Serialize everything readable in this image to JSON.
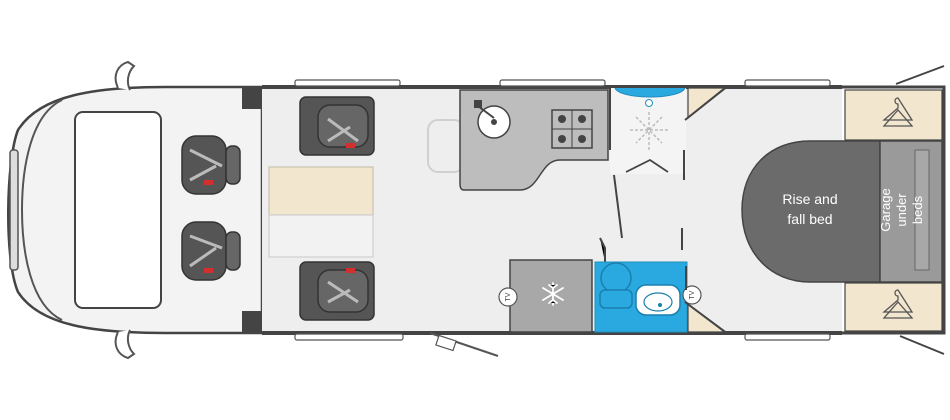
{
  "labels": {
    "bed_line1": "Rise and",
    "bed_line2": "fall bed",
    "garage_line1": "Garage",
    "garage_line2": "under",
    "garage_line3": "beds",
    "tv": "TV"
  },
  "icons": {
    "hob": "hob-icon",
    "sink": "sink-icon",
    "washbasin": "washbasin-icon",
    "toilet": "toilet-icon",
    "shower": "shower-icon",
    "fridge": "snowflake-icon",
    "wardrobe": "coat-hanger-icon",
    "seatbelt": "seatbelt-icon"
  },
  "colors": {
    "floor": "#eeeeee",
    "wall": "#444444",
    "seat": "#555555",
    "counter": "#bdbdbd",
    "fridge": "#a8a8a8",
    "bed": "#6b6b6b",
    "garage": "#9a9a9a",
    "washroom": "#29a9e0",
    "wood": "#f2e6cf",
    "belt_red": "#d32f2f"
  }
}
